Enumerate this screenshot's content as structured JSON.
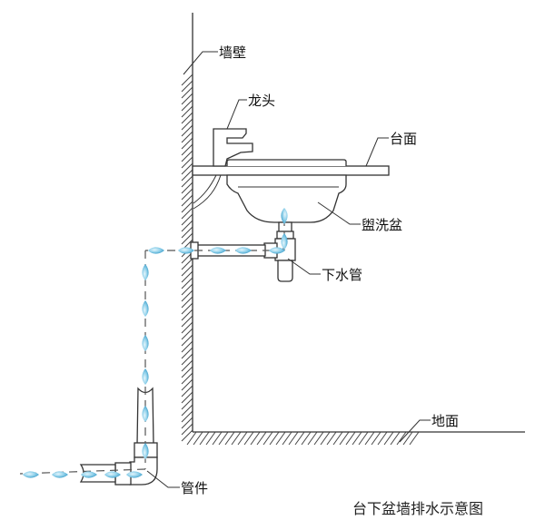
{
  "diagram": {
    "title": "台下盆墙排水示意图",
    "labels": {
      "wall": "墙壁",
      "faucet": "龙头",
      "countertop": "台面",
      "basin": "盥洗盆",
      "drain_pipe": "下水管",
      "floor": "地面",
      "fitting": "管件"
    },
    "colors": {
      "line": "#333333",
      "water_drop": "#8fd0ea",
      "water_drop_highlight": "#e6f6fc",
      "water_drop_dark": "#3a9cc8"
    },
    "flow_direction": "basin → drain pipe → through wall → down → elbow fitting → left"
  }
}
